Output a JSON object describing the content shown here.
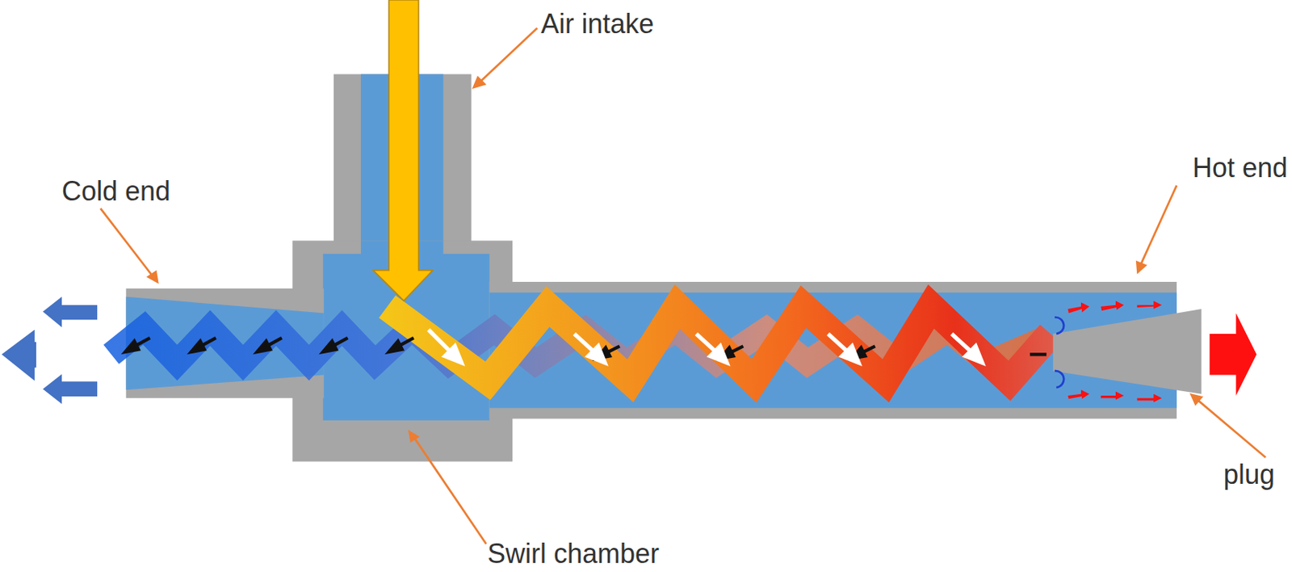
{
  "diagram": {
    "labels": [
      "Air intake",
      "Cold end",
      "Hot end",
      "plug",
      "Swirl chamber"
    ]
  }
}
